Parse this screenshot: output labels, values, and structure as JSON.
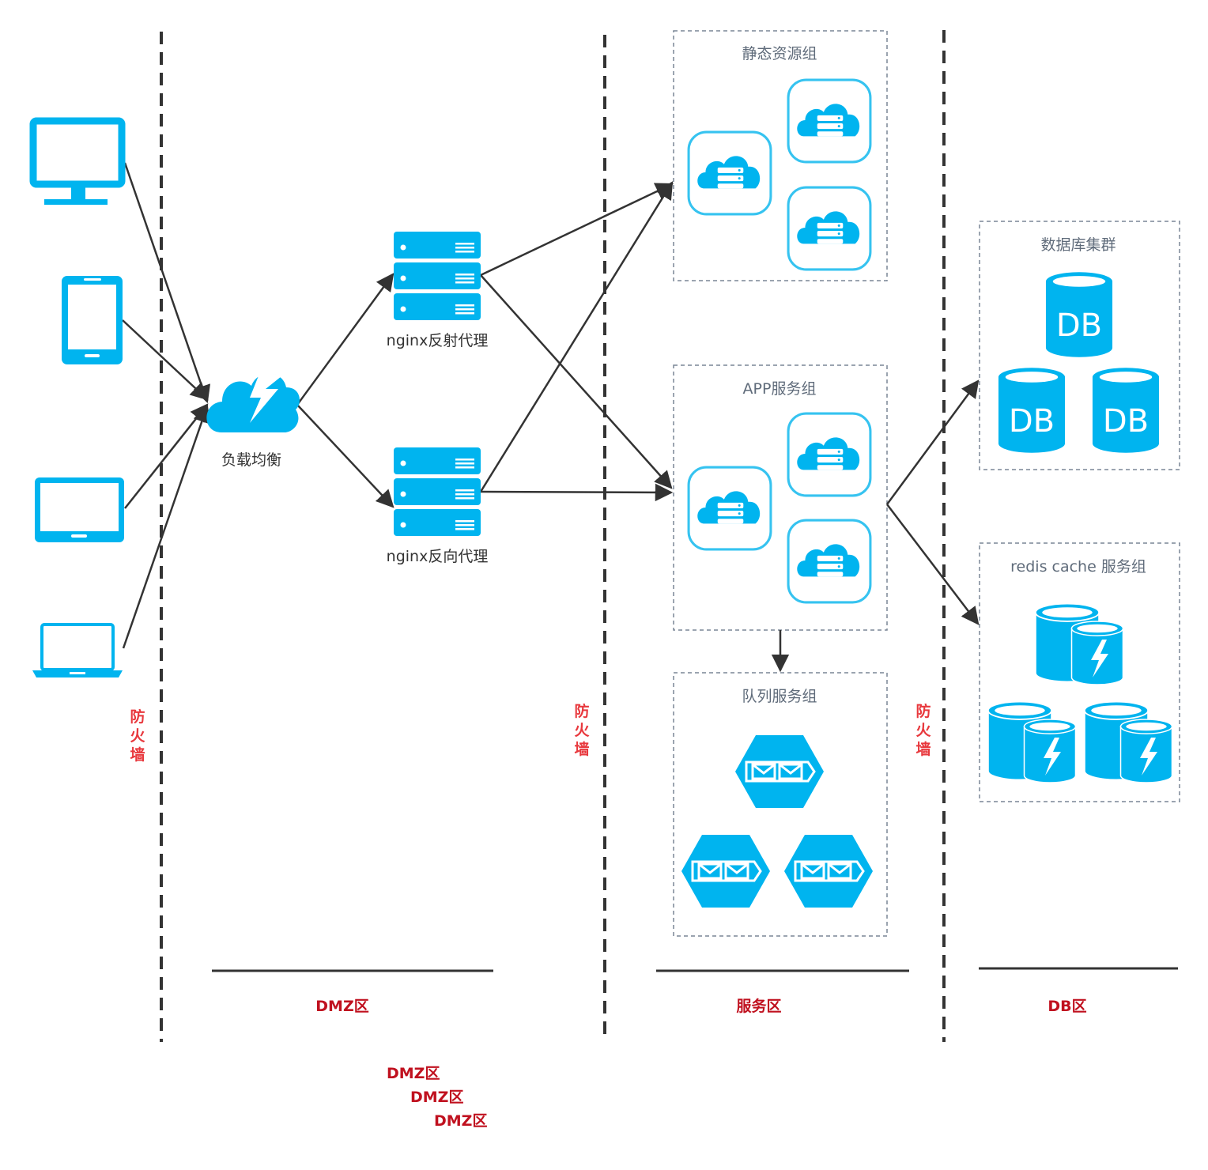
{
  "colors": {
    "device": "#00b4ef",
    "cloud_stroke": "#36c3f0",
    "line": "#333333",
    "divider": "#333333",
    "group_border": "#7a8696",
    "firewall_text": "#e8383d",
    "zone_text": "#c0111f"
  },
  "clients": [
    {
      "icon": "desktop-monitor-icon"
    },
    {
      "icon": "smartphone-icon"
    },
    {
      "icon": "tablet-icon"
    },
    {
      "icon": "laptop-icon"
    }
  ],
  "load_balancer": {
    "label": "负载均衡",
    "icon": "cloud-lightning-icon"
  },
  "nginx_nodes": [
    {
      "label": "nginx反射代理",
      "icon": "server-stack-icon"
    },
    {
      "label": "nginx反向代理",
      "icon": "server-stack-icon"
    }
  ],
  "groups": {
    "static": {
      "title": "静态资源组",
      "icon": "cloud-server-icon",
      "count": 3
    },
    "app": {
      "title": "APP服务组",
      "icon": "cloud-server-icon",
      "count": 3
    },
    "queue": {
      "title": "队列服务组",
      "icon": "message-queue-icon",
      "count": 3
    },
    "database": {
      "title": "数据库集群",
      "icon": "database-icon",
      "db_label": "DB",
      "count": 3
    },
    "redis": {
      "title": "redis cache 服务组",
      "icon": "cache-database-icon",
      "count": 3
    }
  },
  "firewalls": [
    "防火墙",
    "防火墙",
    "防火墙"
  ],
  "zones": [
    {
      "label": "DMZ区"
    },
    {
      "label": "服务区"
    },
    {
      "label": "DB区"
    }
  ],
  "extra_labels": [
    "DMZ区",
    "DMZ区",
    "DMZ区"
  ]
}
